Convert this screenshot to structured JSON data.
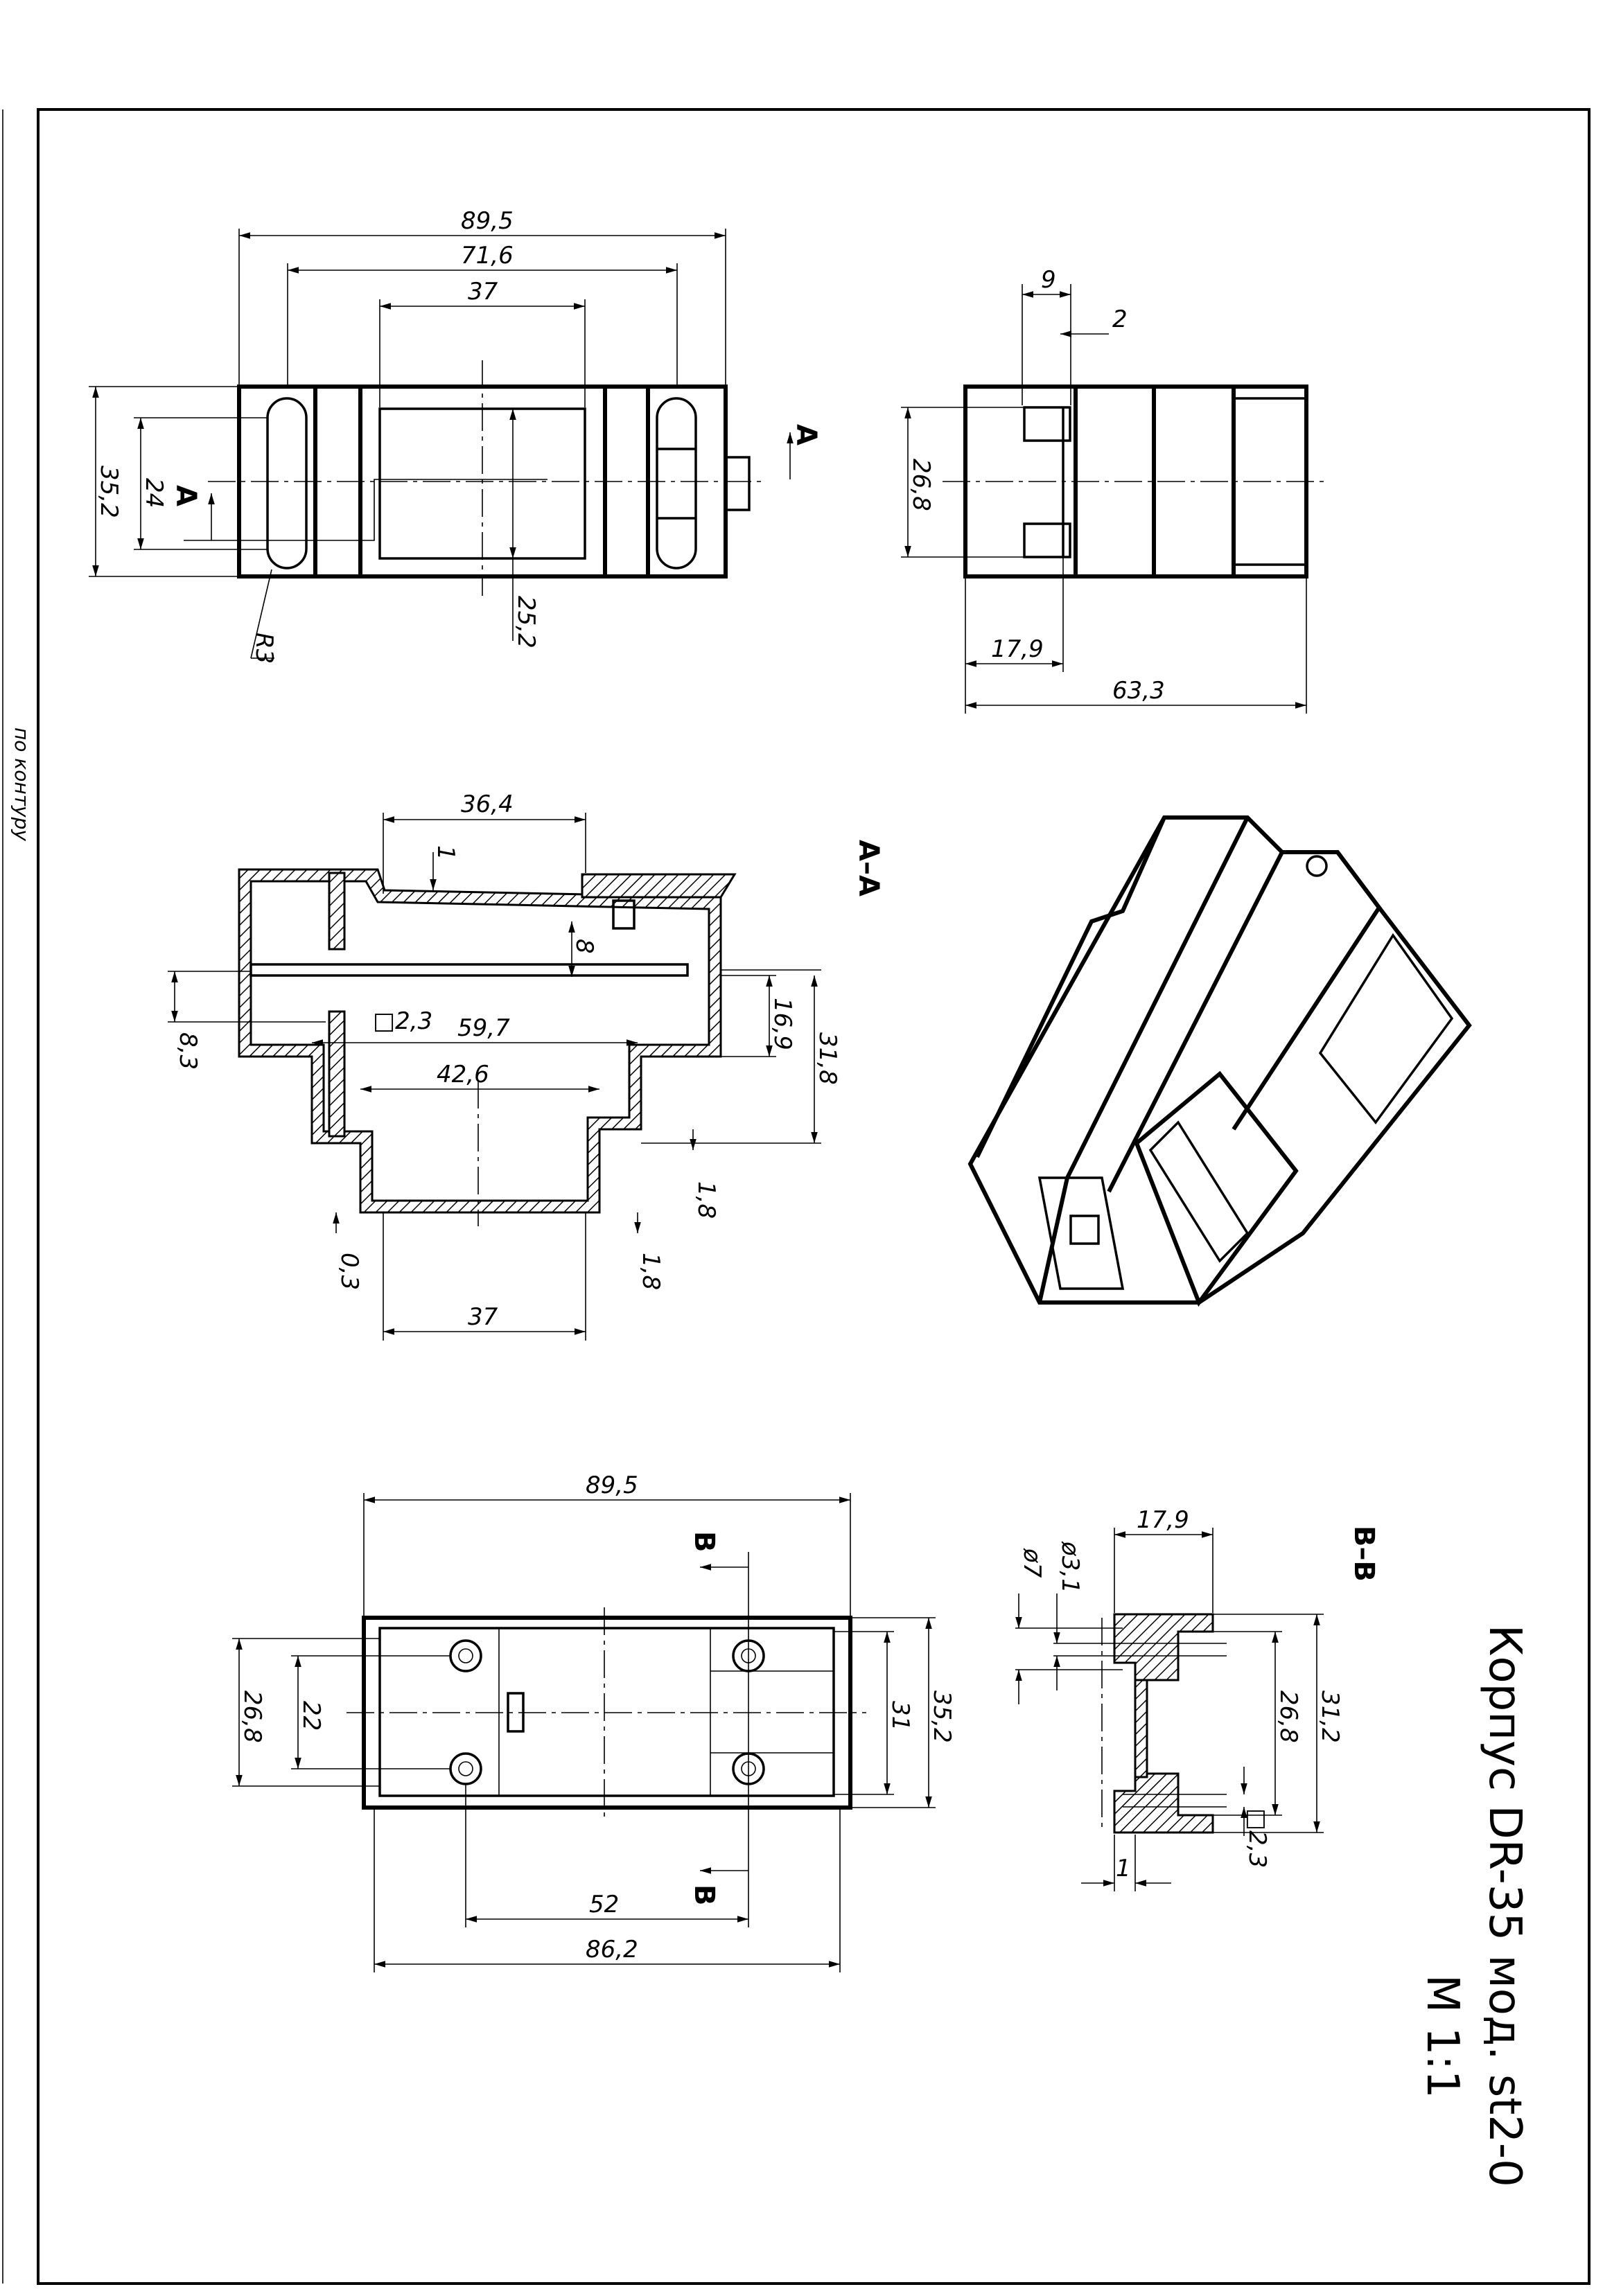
{
  "title": {
    "line1": "Корпус DR-35 мод. st2-0",
    "line2": "М 1:1"
  },
  "side_note": "по контуру",
  "section_labels": {
    "aa": "А–А",
    "bb": "В–В",
    "cut_a": "А",
    "cut_b": "В"
  },
  "top_view": {
    "dims": [
      "89,5",
      "71,6",
      "37",
      "35,2",
      "24",
      "25,2",
      "R3"
    ]
  },
  "end_view": {
    "dims": [
      "9",
      "2",
      "26,8",
      "17,9",
      "63,3"
    ]
  },
  "section_aa": {
    "dims": [
      "36,4",
      "1",
      "8",
      "8,3",
      "□2,3",
      "59,7",
      "42,6",
      "16,9",
      "31,8",
      "1,8",
      "0,3",
      "1,8",
      "37"
    ]
  },
  "bottom_view": {
    "dims": [
      "89,5",
      "26,8",
      "22",
      "31",
      "35,2",
      "52",
      "86,2"
    ]
  },
  "section_bb": {
    "dims": [
      "17,9",
      "ø7",
      "ø3,1",
      "26,8",
      "31,2",
      "□2,3",
      "1"
    ]
  }
}
